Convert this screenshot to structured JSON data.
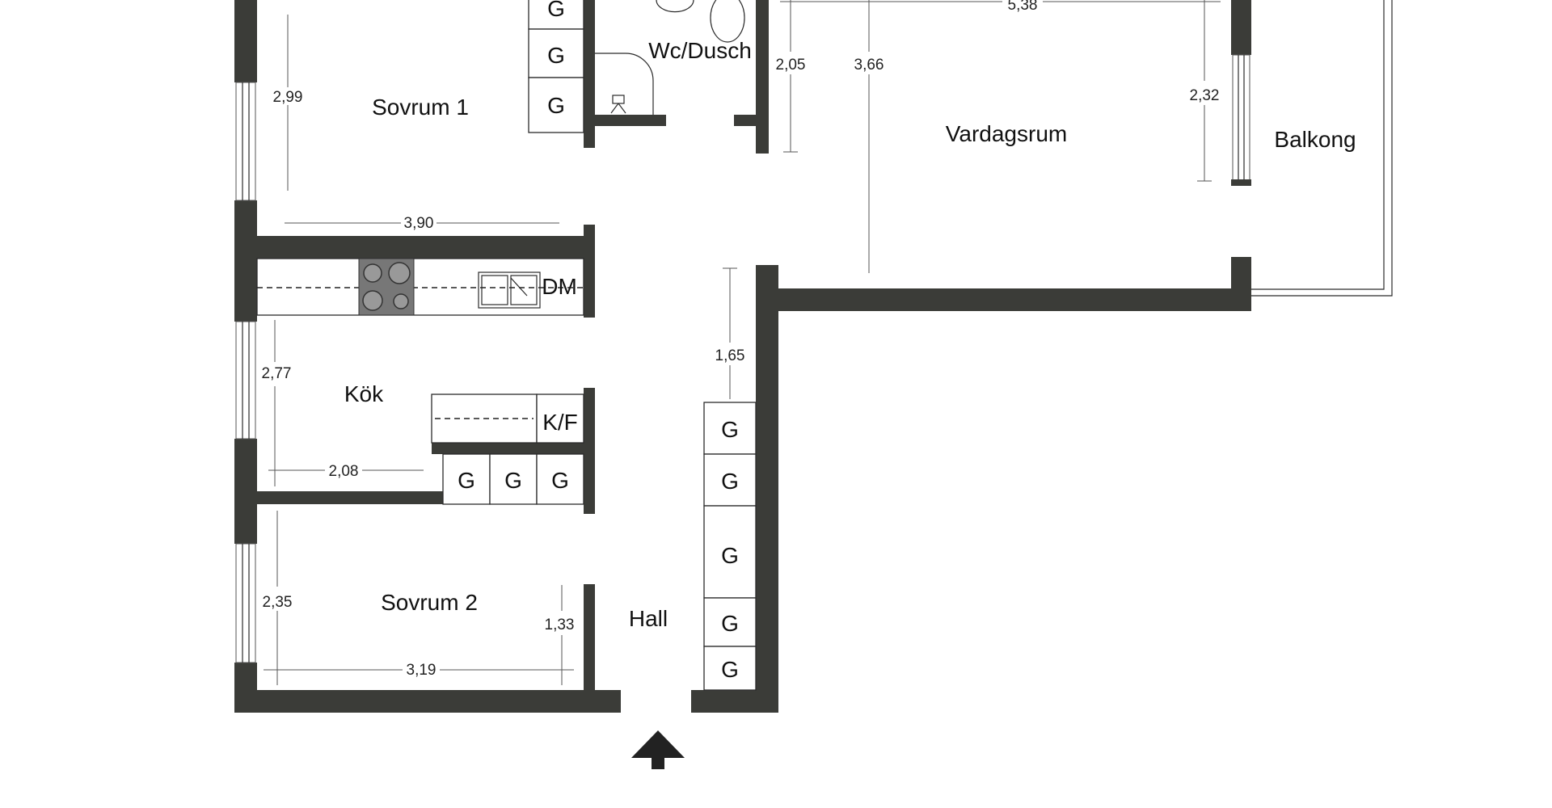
{
  "rooms": {
    "sovrum1": "Sovrum 1",
    "wc_dusch": "Wc/Dusch",
    "vardagsrum": "Vardagsrum",
    "balkong": "Balkong",
    "kok": "Kök",
    "sovrum2": "Sovrum 2",
    "hall": "Hall"
  },
  "dimensions": {
    "sovrum1_height": "2,99",
    "sovrum1_width": "3,90",
    "vardagsrum_width": "5,38",
    "vardagsrum_a": "2,05",
    "vardagsrum_b": "3,66",
    "vardagsrum_c": "2,32",
    "hall_depth": "1,65",
    "kok_height": "2,77",
    "kok_width": "2,08",
    "sovrum2_height": "2,35",
    "sovrum2_width": "3,19",
    "sovrum2_closet": "1,33"
  },
  "fixtures": {
    "wardrobe": "G",
    "dishwasher": "DM",
    "fridge_freezer": "K/F"
  },
  "icons": {
    "entrance": "entrance-arrow-icon"
  }
}
